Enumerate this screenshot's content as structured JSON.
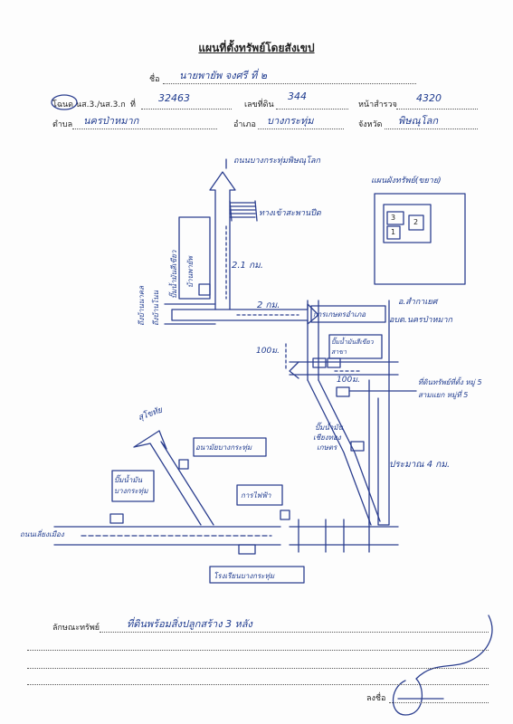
{
  "title": "แผนที่ตั้งทรัพย์โดยสังเขป",
  "header": {
    "name_label": "ชื่อ",
    "name_value": "นายพายัพ จงศรี ที่ ๒",
    "deed_label": "โฉนด",
    "deed_type_label": "นส.3./นส.3.ก",
    "number_label": "ที่",
    "deed_number": "32463",
    "land_no_label": "เลขที่ดิน",
    "land_no": "344",
    "survey_label": "หน้าสำรวจ",
    "survey_no": "4320",
    "subdistrict_label": "ตำบล",
    "subdistrict": "นครป่าหมาก",
    "district_label": "อำเภอ",
    "district": "บางกระทุ่ม",
    "province_label": "จังหวัด",
    "province": "พิษณุโลก"
  },
  "map": {
    "labels": {
      "north_road": "ถนนบางกระทุ่มพิษณุโลก",
      "bridge": "ทางเข้าสะพานปีด",
      "km_2_1": "2.1 กม.",
      "km_2": "2 กม.",
      "m_100_a": "100ม.",
      "m_100_b": "100ม.",
      "approx_4km": "ประมาณ 4 กม.",
      "village_head": "อ.สำกาเยศ",
      "pole_office": "อบต.นครป่าหมาก",
      "house_vertical": "บ้านพายัพ",
      "gas_station_top": "ปั๊มน้ำมันสีเขียว",
      "left_to_a": "ถึงบ้านนาคล",
      "left_to_b": "ถึงบ้านโนน",
      "agri_office": "การเกษตรอำเภอ",
      "gas_station_mid": "ปั๊มน้ำมันสีเขียว สาขา",
      "target_parcel_1": "ที่ดินทรัพย์ที่ตั้ง หมู่ 5",
      "target_parcel_2": "สามแยก หมู่ที่ 5",
      "gas_station_right_1": "ปั๊มน้ำมัน",
      "gas_station_right_2": "เชียงทอง",
      "gas_station_right_3": "เกษตร",
      "sukhothai": "สุโขทัย",
      "health_center": "อนามัยบางกระทุ่ม",
      "gas_station_left_1": "ปั๊มน้ำมัน",
      "gas_station_left_2": "บางกระทุ่ม",
      "power_office": "การไฟฟ้า",
      "left_bottom_road": "ถนนเลี่ยงเมือง",
      "school": "โรงเรียนบางกระทุ่ม",
      "inset_title": "แผนผังทรัพย์(ขยาย)",
      "inset_1": "1",
      "inset_2": "2",
      "inset_3": "3"
    }
  },
  "footer": {
    "property_label": "ลักษณะทรัพย์",
    "property_value": "ที่ดินพร้อมสิ่งปลูกสร้าง 3 หลัง",
    "sign_label": "ลงชื่อ"
  }
}
